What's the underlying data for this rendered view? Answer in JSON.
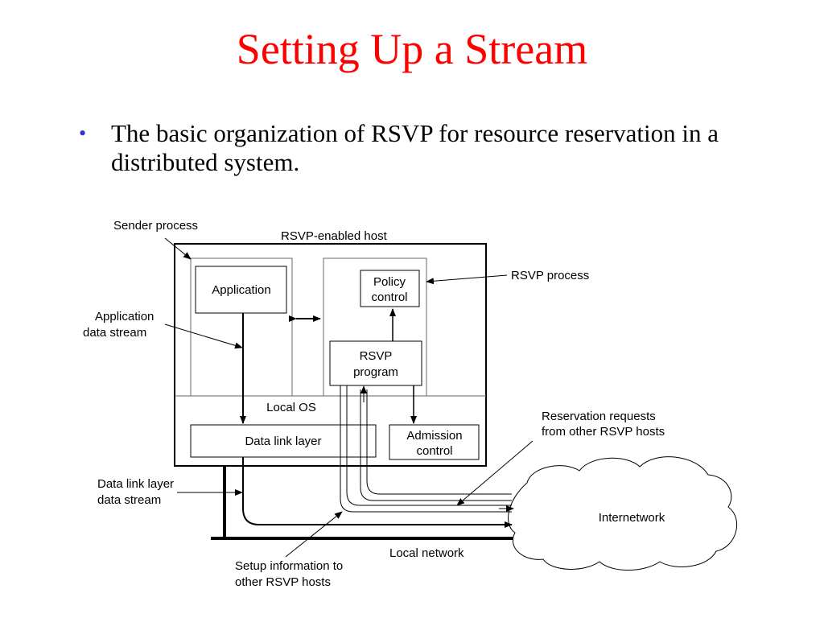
{
  "slide": {
    "title": "Setting Up a Stream",
    "bullet": "The basic organization of RSVP for resource reservation in a distributed system."
  },
  "diagram": {
    "labels": {
      "sender_process": "Sender process",
      "host": "RSVP-enabled host",
      "application": "Application",
      "policy_1": "Policy",
      "policy_2": "control",
      "rsvp_process": "RSVP process",
      "app_stream_1": "Application",
      "app_stream_2": "data stream",
      "rsvp_prog_1": "RSVP",
      "rsvp_prog_2": "program",
      "local_os": "Local OS",
      "data_link_layer": "Data link layer",
      "admission_1": "Admission",
      "admission_2": "control",
      "reservation_1": "Reservation requests",
      "reservation_2": "from other RSVP hosts",
      "dll_stream_1": "Data link layer",
      "dll_stream_2": "data stream",
      "internetwork": "Internetwork",
      "local_network": "Local network",
      "setup_1": "Setup information to",
      "setup_2": "other RSVP hosts"
    }
  }
}
